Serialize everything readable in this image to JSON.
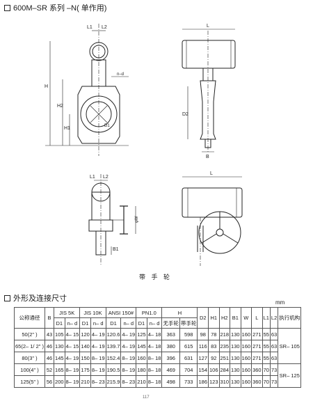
{
  "header": {
    "title": "600M–SR 系列 –N( 单作用)"
  },
  "drawing_labels": {
    "L1": "L1",
    "L2": "L2",
    "L": "L",
    "H": "H",
    "H1": "H1",
    "H2": "H2",
    "D1": "D1",
    "D2": "D2",
    "W": "W",
    "B": "B",
    "B1": "B1",
    "nd": "n–d",
    "phiW": "φW"
  },
  "caption": "带 手 轮",
  "section": {
    "title": "外形及连接尺寸",
    "unit": "mm"
  },
  "table": {
    "head": {
      "nominal": "公称通径",
      "B": "B",
      "jis5k": "JIS 5K",
      "jis10k": "JIS 10K",
      "ansi": "ANSI 150#",
      "pn": "PN1.0",
      "H": "H",
      "D2": "D2",
      "H1": "H1",
      "H2": "H2",
      "B1": "B1",
      "W": "W",
      "L": "L",
      "L1": "L1",
      "L2": "L2",
      "actuator": "执行机构",
      "D1": "D1",
      "nd": "n– d",
      "no_wheel": "无手轮",
      "with_wheel": "带手轮"
    },
    "rows": [
      [
        "50(2\" )",
        "43",
        "105",
        "4– 15",
        "120",
        "4– 19",
        "120.6",
        "4– 19",
        "125",
        "4– 18",
        "363",
        "598",
        "98",
        "78",
        "218",
        "130",
        "160",
        "271",
        "55",
        "63"
      ],
      [
        "65(2– 1/ 2\" )",
        "46",
        "130",
        "4– 15",
        "140",
        "4– 19",
        "139.7",
        "4– 19",
        "145",
        "4– 18",
        "380",
        "615",
        "116",
        "83",
        "235",
        "130",
        "160",
        "271",
        "55",
        "63"
      ],
      [
        "80(3\" )",
        "46",
        "145",
        "4– 19",
        "150",
        "8– 19",
        "152.4",
        "8– 19",
        "160",
        "8– 18",
        "396",
        "631",
        "127",
        "92",
        "251",
        "130",
        "160",
        "271",
        "55",
        "63"
      ],
      [
        "100(4\" )",
        "52",
        "165",
        "8– 19",
        "175",
        "8– 19",
        "190.5",
        "8– 19",
        "180",
        "8– 18",
        "469",
        "704",
        "154",
        "106",
        "284",
        "130",
        "160",
        "360",
        "70",
        "73"
      ],
      [
        "125(5\" )",
        "56",
        "200",
        "8– 19",
        "210",
        "8– 23",
        "215.9",
        "8– 23",
        "210",
        "8– 18",
        "498",
        "733",
        "186",
        "123",
        "310",
        "130",
        "160",
        "360",
        "70",
        "73"
      ]
    ],
    "actuator_groups": [
      "SR– 105",
      "SR– 125"
    ]
  },
  "footer": {
    "page": "117"
  }
}
